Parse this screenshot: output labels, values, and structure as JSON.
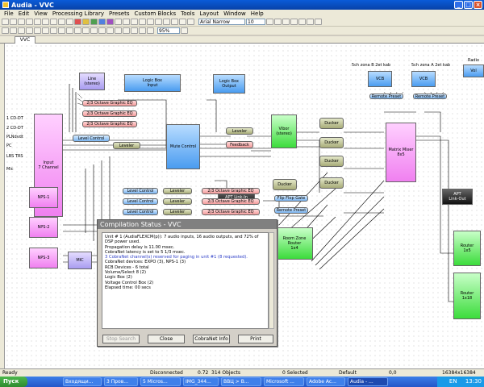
{
  "window": {
    "title": "Audia - VVC"
  },
  "menu": [
    "File",
    "Edit",
    "View",
    "Processing Library",
    "Presets",
    "Custom Blocks",
    "Tools",
    "Layout",
    "Window",
    "Help"
  ],
  "toolbar": {
    "font": "Arial Narrow",
    "font_size": "10",
    "zoom": "95%"
  },
  "tab": "VVC",
  "blocks": {
    "input": "Input\n7 Channel",
    "line": "Line\n(stereo)",
    "logic1": "Logic Box\nInput",
    "logic2": "Logic Box\nOutput",
    "mute": "Mute Control",
    "apt1": "APT Link-In",
    "apt2": "APT\nLink-Out",
    "mixer": "Matrix Mixer\n8x5",
    "vibor": "Vibor\n(stereo)",
    "router1": "Router\n1x5",
    "router2": "Router\n1x18",
    "router3": "Room Zone Router\n1x4",
    "nps1": "NPS-1",
    "nps2": "NPS-2",
    "nps3": "NPS-3",
    "mic": "MIC",
    "vcb1": "VCB",
    "vcb2": "VCB",
    "eq": "2/3 Octave Graphic EQ",
    "level_control": "Level Control",
    "leveler": "Leveler",
    "ducker": "Ducker",
    "feedback": "Feedback",
    "flipflop": "Flip Flop Gate",
    "remote": "Remote Preset",
    "remote_vcb": "Remote Preset",
    "zone1": "5ch zona B 2et kab",
    "zone2": "5ch zona A 2et kab",
    "radio": "Radio",
    "vol": "Vol"
  },
  "input_labels": [
    "1 CD-DT",
    "2 CD-DT",
    "PLNdvdt",
    "PC",
    "LBS TRS",
    "Mic"
  ],
  "dialog": {
    "title": "Compilation Status - VVC",
    "lines": [
      "Unit # 1 (AudiaFLEXCM(p)): 7 audio inputs, 16 audio outputs, and 72% of DSP power used.",
      "",
      "Propagation delay is 11.00 msec.\nCobraNet latency is set to 5 1/3 msec.",
      "",
      "3 CobraNet channel(s) reserved for paging in unit #1 (8 requested).",
      "",
      "CobraNet devices:  EXPO (3),  NPS-1 (3)\nRCB Devices - 6 total\n   Volume/Select 8  (2)\n   Logic Box  (2)\n   Voltage Control Box  (2)",
      "",
      "Elapsed time: 00 secs"
    ],
    "buttons": {
      "stop": "Stop Search",
      "close": "Close",
      "cobranet": "CobraNet Info",
      "print": "Print"
    }
  },
  "status": {
    "ready": "Ready",
    "connection": "Disconnected",
    "version": "0.72",
    "objects": "314 Objects",
    "selected": "0 Selected",
    "preset": "Default",
    "coords": "0,0",
    "size": "16384x16384"
  },
  "taskbar": {
    "start": "Пуск",
    "tasks": [
      "Входящи...",
      "3 Пров...",
      "5 Micros...",
      "IMG_344...",
      "ВВЦ > В...",
      "Microsoft ...",
      "Adobe Ac...",
      "Audia - ..."
    ],
    "lang": "EN",
    "time": "13:30"
  }
}
